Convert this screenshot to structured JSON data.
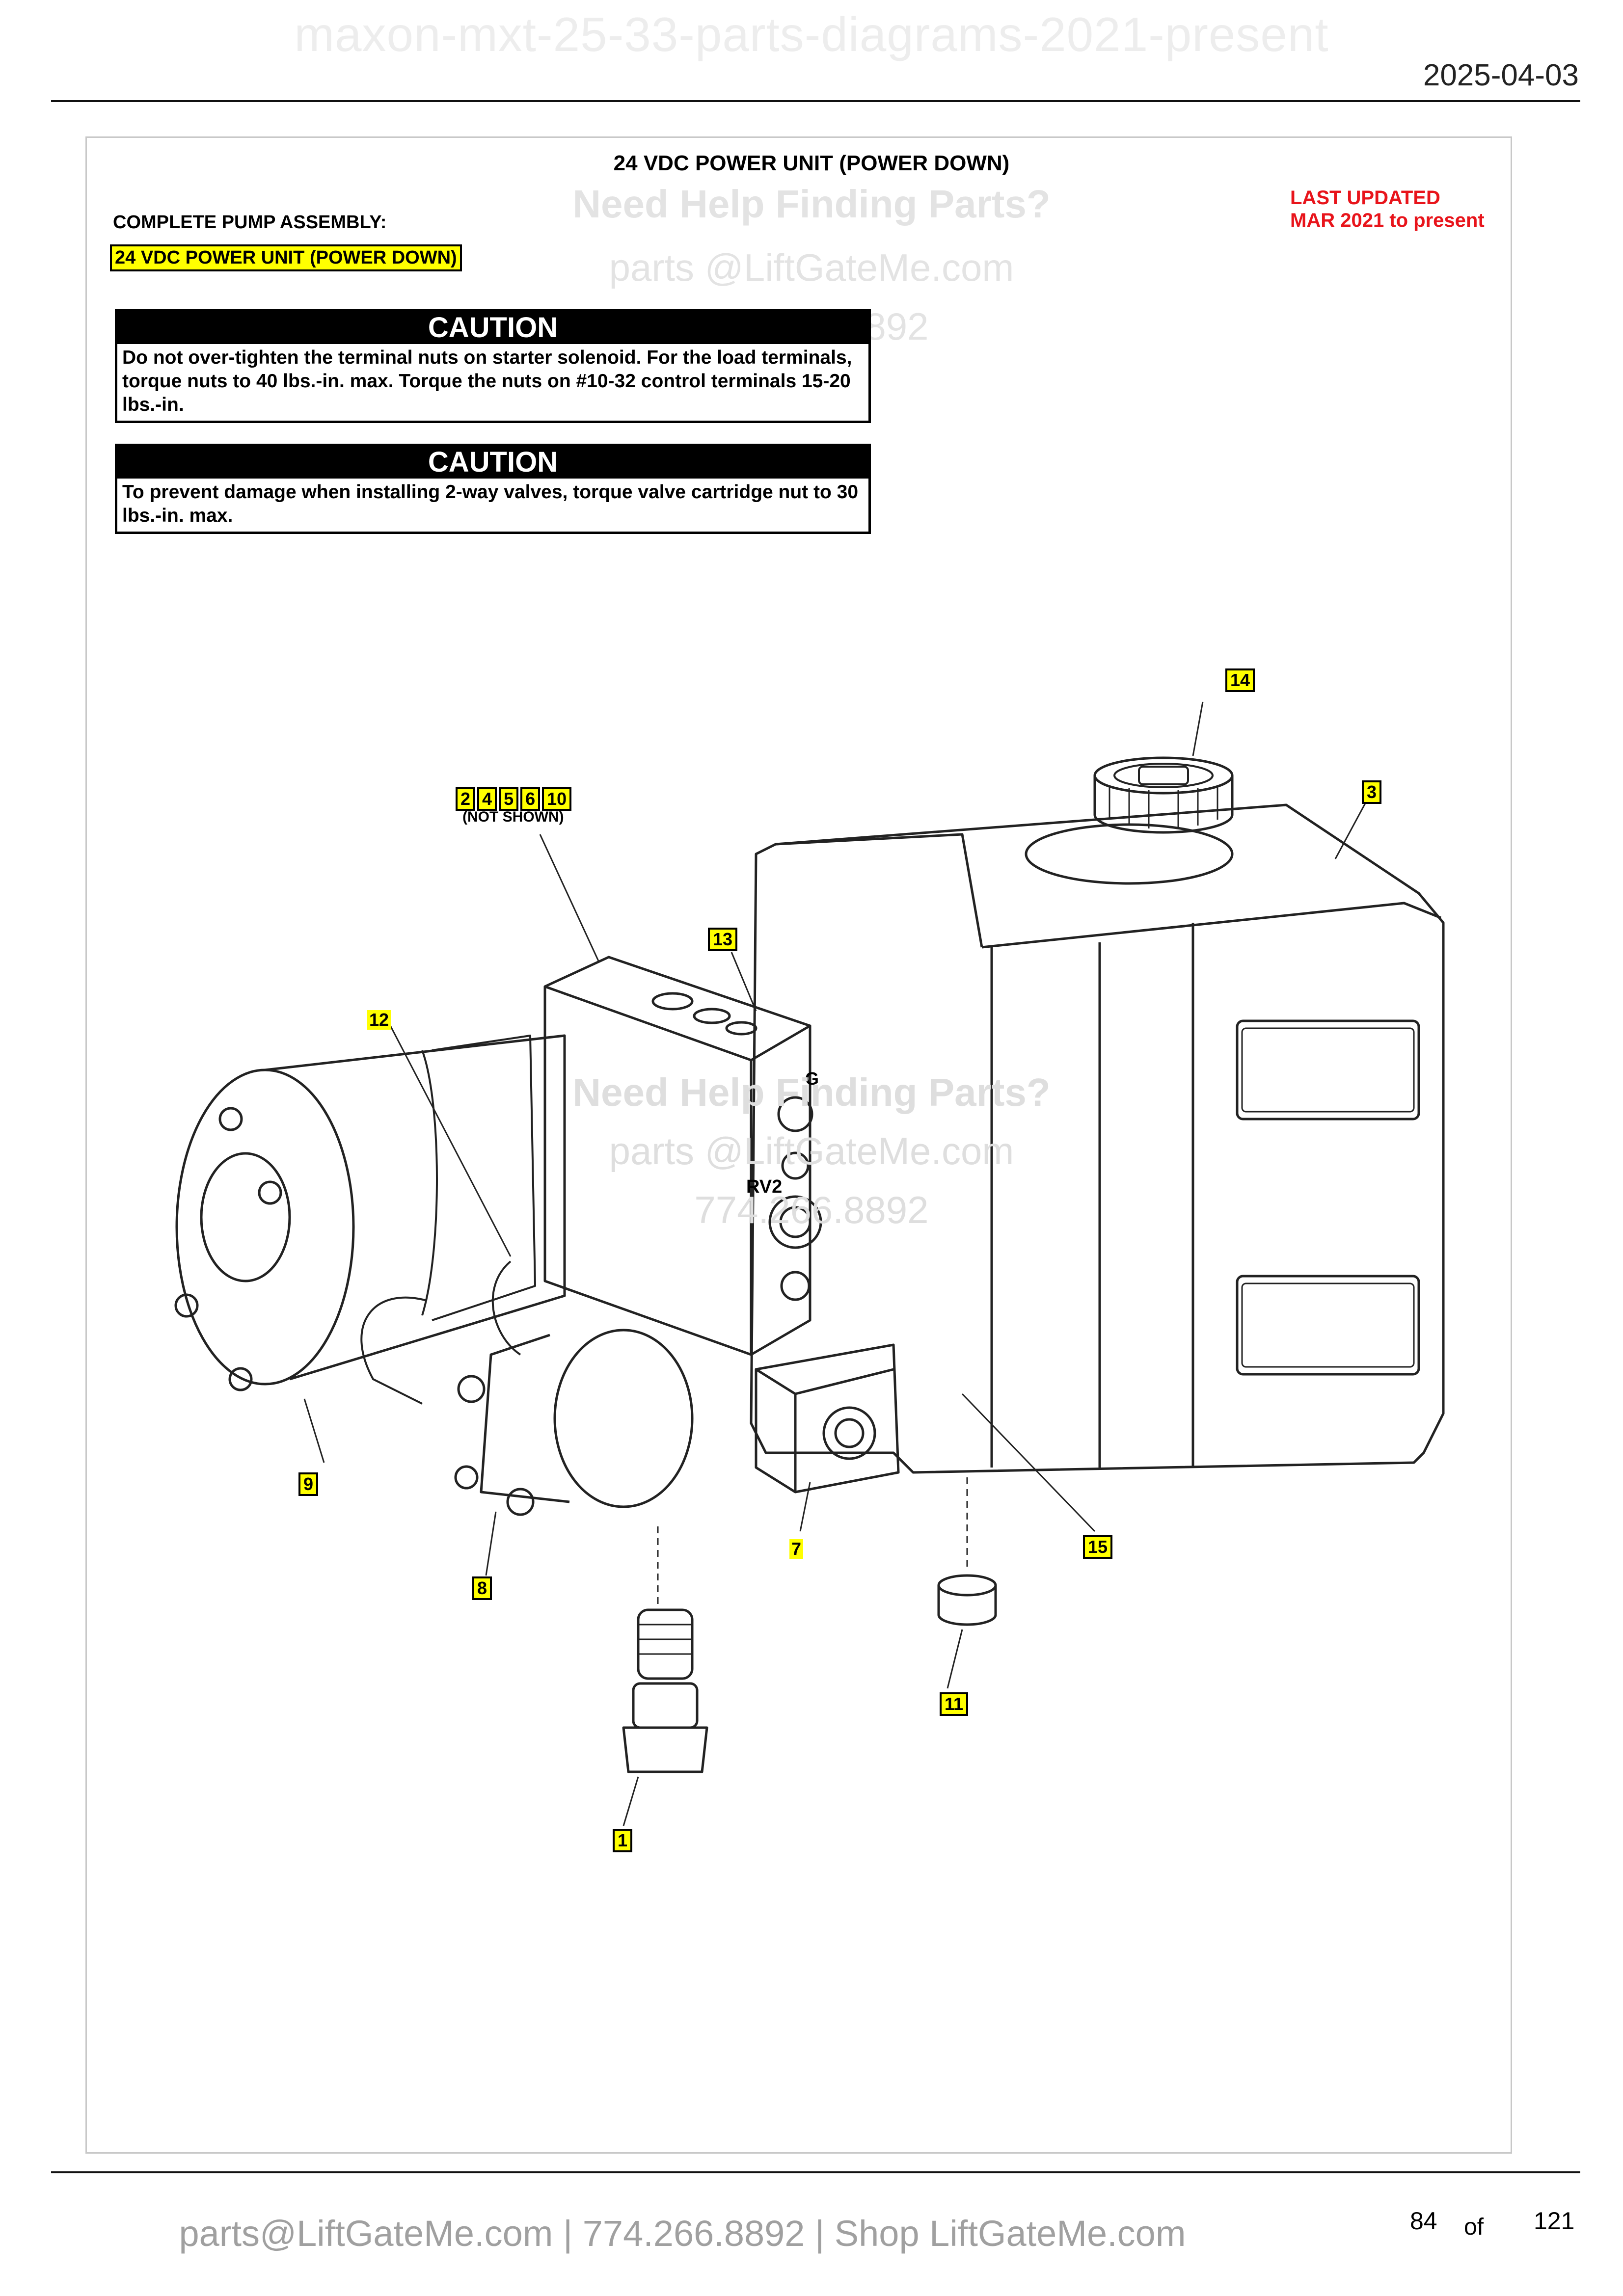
{
  "header": {
    "watermark_title": "maxon-mxt-25-33-parts-diagrams-2021-present",
    "date": "2025-04-03"
  },
  "sheet": {
    "title": "24 VDC POWER UNIT (POWER DOWN)",
    "assembly_label": "COMPLETE PUMP ASSEMBLY:",
    "assembly_value": "24 VDC POWER UNIT (POWER DOWN)",
    "last_updated_line1": "LAST UPDATED",
    "last_updated_line2": "MAR 2021 to present"
  },
  "watermark": {
    "help": "Need Help Finding Parts?",
    "email": "parts @LiftGateMe.com",
    "phone": "774.266.8892"
  },
  "cautions": [
    {
      "heading": "CAUTION",
      "text": "Do not over-tighten the terminal nuts on starter solenoid. For the load terminals, torque nuts to 40 lbs.-in. max. Torque the nuts on #10-32 control terminals 15-20 lbs.-in."
    },
    {
      "heading": "CAUTION",
      "text": "To prevent damage when installing 2-way valves, torque valve cartridge nut to 30 lbs.-in. max."
    }
  ],
  "callouts": {
    "group": [
      "2",
      "4",
      "5",
      "6",
      "10"
    ],
    "not_shown": "(NOT SHOWN)",
    "c1": "1",
    "c3": "3",
    "c7": "7",
    "c8": "8",
    "c9": "9",
    "c11": "11",
    "c12": "12",
    "c13": "13",
    "c14": "14",
    "c15": "15"
  },
  "drawing_labels": {
    "port_g": "G",
    "valve_rv2": "RV2"
  },
  "footer": {
    "contact": "parts@LiftGateMe.com | 774.266.8892 | Shop LiftGateMe.com",
    "page_number": "84",
    "of": "of",
    "total_pages": "121"
  },
  "colors": {
    "highlight": "#ffff00",
    "updated_red": "#e8141b"
  }
}
